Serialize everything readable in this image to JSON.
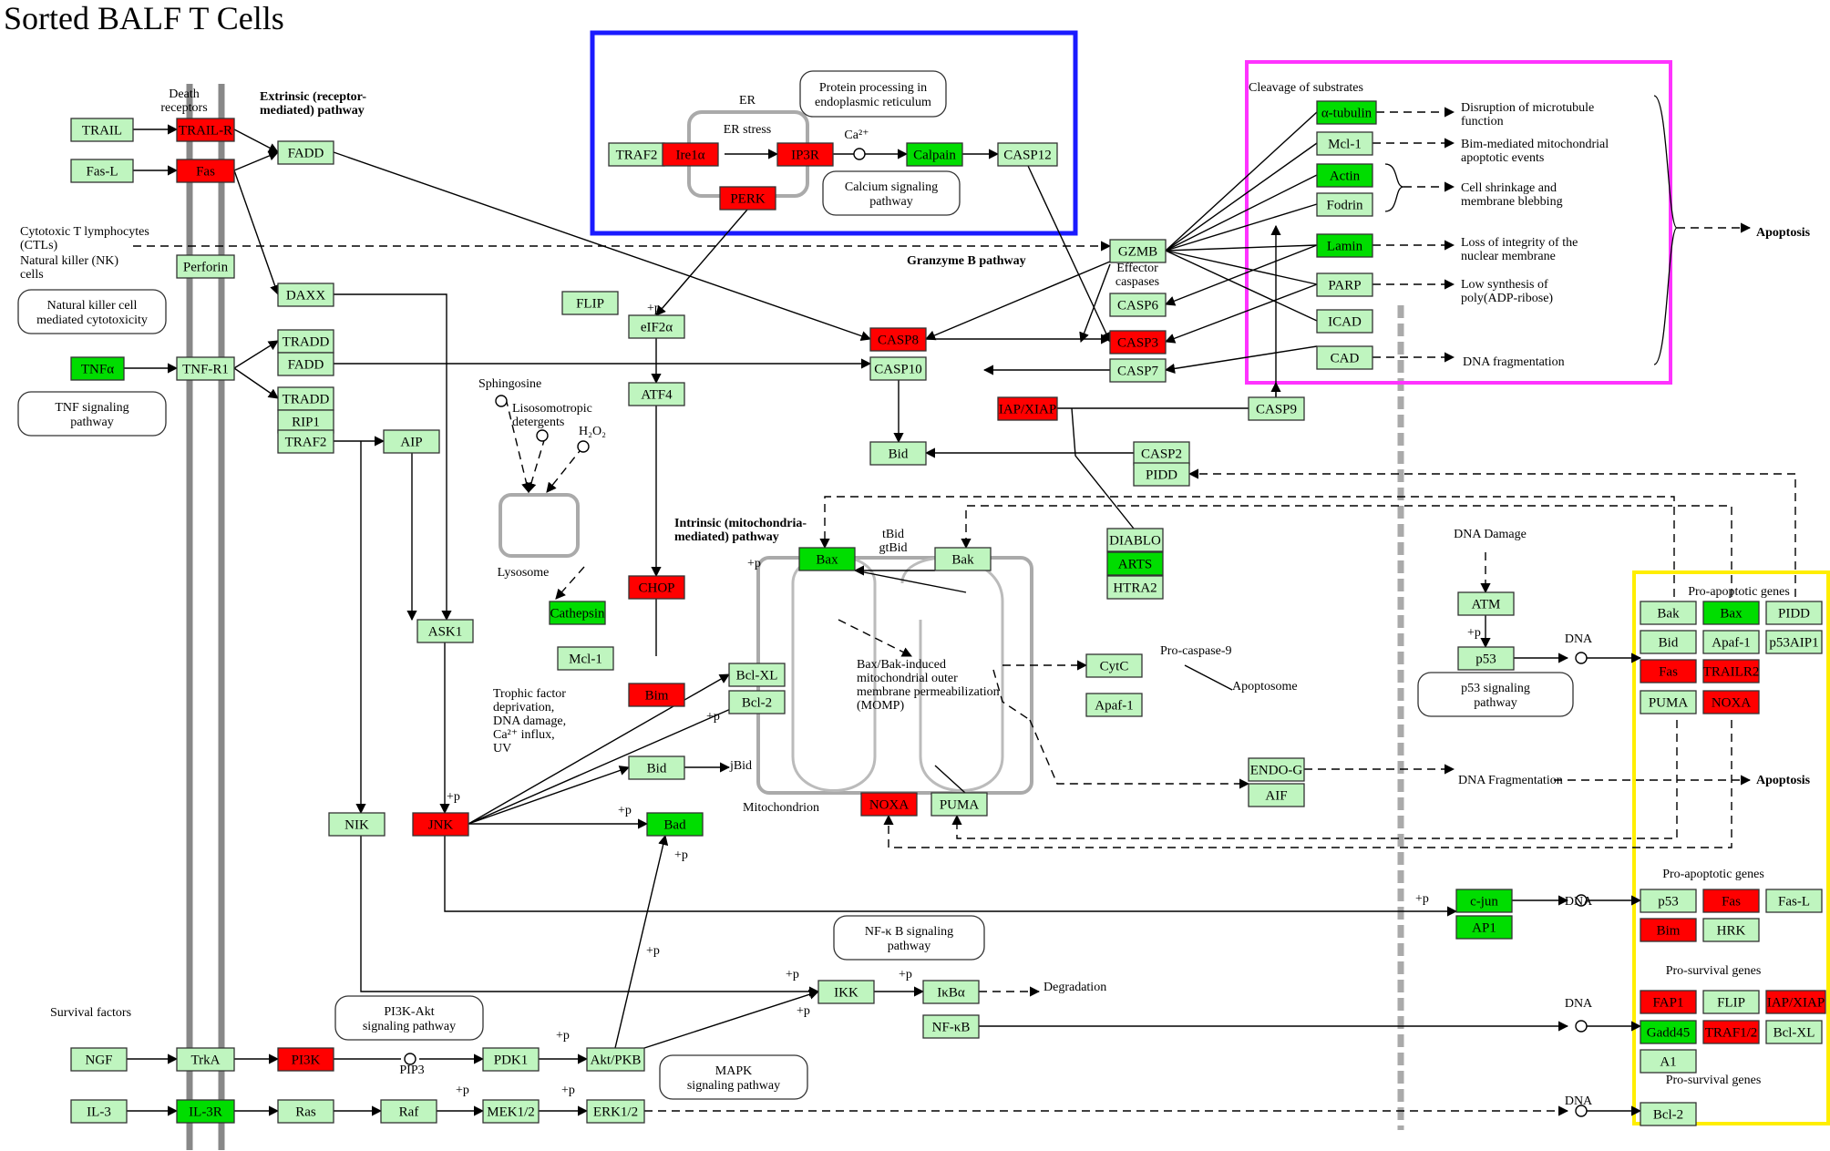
{
  "title": "Sorted BALF T Cells",
  "colors": {
    "up": "#ff0000",
    "down": "#00dd00",
    "neutral": "#bff5bf",
    "border": "#333333",
    "highlight_er": "#1a1aff",
    "highlight_substrates": "#ff33ff",
    "highlight_genes": "#ffee00",
    "membrane": "#888888",
    "compartment": "#aaaaaa"
  },
  "genes": [
    {
      "id": "TRAIL",
      "label": "TRAIL",
      "state": "neutral"
    },
    {
      "id": "TRAIL-R",
      "label": "TRAIL-R",
      "state": "up"
    },
    {
      "id": "FADD1",
      "label": "FADD",
      "state": "neutral"
    },
    {
      "id": "Fas-L",
      "label": "Fas-L",
      "state": "neutral"
    },
    {
      "id": "Fas1",
      "label": "Fas",
      "state": "up"
    },
    {
      "id": "Perforin",
      "label": "Perforin",
      "state": "neutral"
    },
    {
      "id": "DAXX",
      "label": "DAXX",
      "state": "neutral"
    },
    {
      "id": "TNFa",
      "label": "TNFα",
      "state": "down"
    },
    {
      "id": "TNF-R1",
      "label": "TNF-R1",
      "state": "neutral"
    },
    {
      "id": "TRADD1",
      "label": "TRADD",
      "state": "neutral"
    },
    {
      "id": "FADD2",
      "label": "FADD",
      "state": "neutral"
    },
    {
      "id": "TRADD2",
      "label": "TRADD",
      "state": "neutral"
    },
    {
      "id": "RIP1",
      "label": "RIP1",
      "state": "neutral"
    },
    {
      "id": "TRAF2b",
      "label": "TRAF2",
      "state": "neutral"
    },
    {
      "id": "AIP",
      "label": "AIP",
      "state": "neutral"
    },
    {
      "id": "ASK1",
      "label": "ASK1",
      "state": "neutral"
    },
    {
      "id": "NIK",
      "label": "NIK",
      "state": "neutral"
    },
    {
      "id": "JNK",
      "label": "JNK",
      "state": "up"
    },
    {
      "id": "TRAF2a",
      "label": "TRAF2",
      "state": "neutral"
    },
    {
      "id": "Ire1a",
      "label": "Ire1α",
      "state": "up"
    },
    {
      "id": "IP3R",
      "label": "IP3R",
      "state": "up"
    },
    {
      "id": "Calpain",
      "label": "Calpain",
      "state": "down"
    },
    {
      "id": "CASP12",
      "label": "CASP12",
      "state": "neutral"
    },
    {
      "id": "PERK",
      "label": "PERK",
      "state": "up"
    },
    {
      "id": "FLIP1",
      "label": "FLIP",
      "state": "neutral"
    },
    {
      "id": "eIF2a",
      "label": "eIF2α",
      "state": "neutral"
    },
    {
      "id": "ATF4",
      "label": "ATF4",
      "state": "neutral"
    },
    {
      "id": "CHOP",
      "label": "CHOP",
      "state": "up"
    },
    {
      "id": "Cathepsin",
      "label": "Cathepsin",
      "state": "down"
    },
    {
      "id": "Mcl-1a",
      "label": "Mcl-1",
      "state": "neutral"
    },
    {
      "id": "Bim1",
      "label": "Bim",
      "state": "up"
    },
    {
      "id": "Bcl-XL1",
      "label": "Bcl-XL",
      "state": "neutral"
    },
    {
      "id": "Bcl-2a",
      "label": "Bcl-2",
      "state": "neutral"
    },
    {
      "id": "Bid2",
      "label": "Bid",
      "state": "neutral"
    },
    {
      "id": "Bad",
      "label": "Bad",
      "state": "down"
    },
    {
      "id": "CASP8",
      "label": "CASP8",
      "state": "up"
    },
    {
      "id": "CASP10",
      "label": "CASP10",
      "state": "neutral"
    },
    {
      "id": "Bid1",
      "label": "Bid",
      "state": "neutral"
    },
    {
      "id": "IAP-XIAP1",
      "label": "IAP/XIAP",
      "state": "up"
    },
    {
      "id": "CASP9",
      "label": "CASP9",
      "state": "neutral"
    },
    {
      "id": "CASP2",
      "label": "CASP2",
      "state": "neutral"
    },
    {
      "id": "PIDD1",
      "label": "PIDD",
      "state": "neutral"
    },
    {
      "id": "Bax1",
      "label": "Bax",
      "state": "down"
    },
    {
      "id": "Bak1",
      "label": "Bak",
      "state": "neutral"
    },
    {
      "id": "DIABLO",
      "label": "DIABLO",
      "state": "neutral"
    },
    {
      "id": "ARTS",
      "label": "ARTS",
      "state": "down"
    },
    {
      "id": "HTRA2",
      "label": "HTRA2",
      "state": "neutral"
    },
    {
      "id": "CytC",
      "label": "CytC",
      "state": "neutral"
    },
    {
      "id": "Apaf-1a",
      "label": "Apaf-1",
      "state": "neutral"
    },
    {
      "id": "NOXA1",
      "label": "NOXA",
      "state": "up"
    },
    {
      "id": "PUMA1",
      "label": "PUMA",
      "state": "neutral"
    },
    {
      "id": "ENDO-G",
      "label": "ENDO-G",
      "state": "neutral"
    },
    {
      "id": "AIF",
      "label": "AIF",
      "state": "neutral"
    },
    {
      "id": "GZMB",
      "label": "GZMB",
      "state": "neutral"
    },
    {
      "id": "CASP6",
      "label": "CASP6",
      "state": "neutral"
    },
    {
      "id": "CASP3",
      "label": "CASP3",
      "state": "up"
    },
    {
      "id": "CASP7",
      "label": "CASP7",
      "state": "neutral"
    },
    {
      "id": "a-tubulin",
      "label": "α-tubulin",
      "state": "down"
    },
    {
      "id": "Mcl-1b",
      "label": "Mcl-1",
      "state": "neutral"
    },
    {
      "id": "Actin",
      "label": "Actin",
      "state": "down"
    },
    {
      "id": "Fodrin",
      "label": "Fodrin",
      "state": "neutral"
    },
    {
      "id": "Lamin",
      "label": "Lamin",
      "state": "down"
    },
    {
      "id": "PARP",
      "label": "PARP",
      "state": "neutral"
    },
    {
      "id": "ICAD",
      "label": "ICAD",
      "state": "neutral"
    },
    {
      "id": "CAD",
      "label": "CAD",
      "state": "neutral"
    },
    {
      "id": "ATM",
      "label": "ATM",
      "state": "neutral"
    },
    {
      "id": "p53a",
      "label": "p53",
      "state": "neutral"
    },
    {
      "id": "Bak2",
      "label": "Bak",
      "state": "neutral"
    },
    {
      "id": "Bax2",
      "label": "Bax",
      "state": "down"
    },
    {
      "id": "PIDD2",
      "label": "PIDD",
      "state": "neutral"
    },
    {
      "id": "Bid3",
      "label": "Bid",
      "state": "neutral"
    },
    {
      "id": "Apaf-1b",
      "label": "Apaf-1",
      "state": "neutral"
    },
    {
      "id": "p53AIP1",
      "label": "p53AIP1",
      "state": "neutral"
    },
    {
      "id": "Fas2",
      "label": "Fas",
      "state": "up"
    },
    {
      "id": "TRAILR2",
      "label": "TRAILR2",
      "state": "up"
    },
    {
      "id": "PUMA2",
      "label": "PUMA",
      "state": "neutral"
    },
    {
      "id": "NOXA2",
      "label": "NOXA",
      "state": "up"
    },
    {
      "id": "c-jun",
      "label": "c-jun",
      "state": "down"
    },
    {
      "id": "AP1",
      "label": "AP1",
      "state": "down"
    },
    {
      "id": "p53b",
      "label": "p53",
      "state": "neutral"
    },
    {
      "id": "Fas3",
      "label": "Fas",
      "state": "up"
    },
    {
      "id": "Fas-L2",
      "label": "Fas-L",
      "state": "neutral"
    },
    {
      "id": "Bim2",
      "label": "Bim",
      "state": "up"
    },
    {
      "id": "HRK",
      "label": "HRK",
      "state": "neutral"
    },
    {
      "id": "FAP1",
      "label": "FAP1",
      "state": "up"
    },
    {
      "id": "FLIP2",
      "label": "FLIP",
      "state": "neutral"
    },
    {
      "id": "IAP-XIAP2",
      "label": "IAP/XIAP",
      "state": "up"
    },
    {
      "id": "Gadd45",
      "label": "Gadd45",
      "state": "down"
    },
    {
      "id": "TRAF1-2",
      "label": "TRAF1/2",
      "state": "up"
    },
    {
      "id": "Bcl-XL2",
      "label": "Bcl-XL",
      "state": "neutral"
    },
    {
      "id": "A1",
      "label": "A1",
      "state": "neutral"
    },
    {
      "id": "Bcl-2b",
      "label": "Bcl-2",
      "state": "neutral"
    },
    {
      "id": "IKK",
      "label": "IKK",
      "state": "neutral"
    },
    {
      "id": "IkBa",
      "label": "IκBα",
      "state": "neutral"
    },
    {
      "id": "NF-kB",
      "label": "NF-κB",
      "state": "neutral"
    },
    {
      "id": "NGF",
      "label": "NGF",
      "state": "neutral"
    },
    {
      "id": "TrkA",
      "label": "TrkA",
      "state": "neutral"
    },
    {
      "id": "PI3K",
      "label": "PI3K",
      "state": "up"
    },
    {
      "id": "PDK1",
      "label": "PDK1",
      "state": "neutral"
    },
    {
      "id": "Akt-PKB",
      "label": "Akt/PKB",
      "state": "neutral"
    },
    {
      "id": "IL-3",
      "label": "IL-3",
      "state": "neutral"
    },
    {
      "id": "IL-3R",
      "label": "IL-3R",
      "state": "down"
    },
    {
      "id": "Ras",
      "label": "Ras",
      "state": "neutral"
    },
    {
      "id": "Raf",
      "label": "Raf",
      "state": "neutral"
    },
    {
      "id": "MEK1-2",
      "label": "MEK1/2",
      "state": "neutral"
    },
    {
      "id": "ERK1-2",
      "label": "ERK1/2",
      "state": "neutral"
    }
  ],
  "pathways": [
    {
      "id": "er-protein",
      "label": "Protein processing in|endoplasmic reticulum"
    },
    {
      "id": "calcium",
      "label": "Calcium signaling|pathway"
    },
    {
      "id": "nk-cyto",
      "label": "Natural killer cell|mediated cytotoxicity"
    },
    {
      "id": "tnf",
      "label": "TNF signaling|pathway"
    },
    {
      "id": "p53",
      "label": "p53 signaling|pathway"
    },
    {
      "id": "nfkb",
      "label": "NF-κ B signaling|pathway"
    },
    {
      "id": "pi3k",
      "label": "PI3K-Akt|signaling pathway"
    },
    {
      "id": "mapk",
      "label": "MAPK|signaling pathway"
    }
  ],
  "labels": [
    {
      "id": "death-receptors",
      "text": "Death|receptors"
    },
    {
      "id": "extrinsic",
      "text": "Extrinsic (receptor-|mediated) pathway"
    },
    {
      "id": "ctl",
      "text": "Cytotoxic T lymphocytes|(CTLs)"
    },
    {
      "id": "nk-cells",
      "text": "Natural killer (NK)|cells"
    },
    {
      "id": "er",
      "text": "ER"
    },
    {
      "id": "er-stress",
      "text": "ER stress"
    },
    {
      "id": "ca2",
      "text": "Ca²⁺"
    },
    {
      "id": "granzyme",
      "text": "Granzyme B pathway"
    },
    {
      "id": "effector",
      "text": "Effector|caspases"
    },
    {
      "id": "cleavage",
      "text": "Cleavage of substrates"
    },
    {
      "id": "disruption",
      "text": "Disruption of microtubule|function"
    },
    {
      "id": "bim-mito",
      "text": "Bim-mediated mitochondrial|apoptotic events"
    },
    {
      "id": "shrinkage",
      "text": "Cell shrinkage and|membrane blebbing"
    },
    {
      "id": "loss-integrity",
      "text": "Loss of integrity of the|nuclear membrane"
    },
    {
      "id": "low-synthesis",
      "text": "Low synthesis of|poly(ADP-ribose)"
    },
    {
      "id": "dna-frag1",
      "text": "DNA fragmentation"
    },
    {
      "id": "apoptosis1",
      "text": "Apoptosis"
    },
    {
      "id": "sphingosine",
      "text": "Sphingosine"
    },
    {
      "id": "lysosomotropic",
      "text": "Lisosomotropic|detergents"
    },
    {
      "id": "h2o2",
      "text": "H₂O₂"
    },
    {
      "id": "lysosome",
      "text": "Lysosome"
    },
    {
      "id": "intrinsic",
      "text": "Intrinsic (mitochondria-|mediated) pathway"
    },
    {
      "id": "tbid",
      "text": "tBid|gtBid"
    },
    {
      "id": "trophic",
      "text": "Trophic factor|deprivation,|DNA damage,|Ca²⁺ influx,|UV"
    },
    {
      "id": "jbid",
      "text": "jBid"
    },
    {
      "id": "momp",
      "text": "Bax/Bak-induced|mitochondrial outer|membrane  permeabilization|(MOMP)"
    },
    {
      "id": "procasp9",
      "text": "Pro-caspase-9"
    },
    {
      "id": "apoptosome",
      "text": "Apoptosome"
    },
    {
      "id": "mitochondrion",
      "text": "Mitochondrion"
    },
    {
      "id": "dna-frag2",
      "text": "DNA Fragmentation"
    },
    {
      "id": "apoptosis2",
      "text": "Apoptosis"
    },
    {
      "id": "dna-damage",
      "text": "DNA Damage"
    },
    {
      "id": "dna1",
      "text": "DNA"
    },
    {
      "id": "pro-apop1",
      "text": "Pro-apoptotic genes"
    },
    {
      "id": "pro-apop2",
      "text": "Pro-apoptotic genes"
    },
    {
      "id": "pro-surv1",
      "text": "Pro-survival genes"
    },
    {
      "id": "pro-surv2",
      "text": "Pro-survival genes"
    },
    {
      "id": "dna2",
      "text": "DNA"
    },
    {
      "id": "dna3",
      "text": "DNA"
    },
    {
      "id": "dna4",
      "text": "DNA"
    },
    {
      "id": "degradation",
      "text": "Degradation"
    },
    {
      "id": "survival",
      "text": "Survival factors"
    },
    {
      "id": "pip3",
      "text": "PIP3"
    },
    {
      "id": "p1",
      "text": "+p"
    },
    {
      "id": "p2",
      "text": "+p"
    },
    {
      "id": "p3",
      "text": "+p"
    },
    {
      "id": "p4",
      "text": "+p"
    },
    {
      "id": "p5",
      "text": "+p"
    },
    {
      "id": "p6",
      "text": "+p"
    },
    {
      "id": "p7",
      "text": "+p"
    },
    {
      "id": "p8",
      "text": "+p"
    },
    {
      "id": "p9",
      "text": "+p"
    },
    {
      "id": "p10",
      "text": "+p"
    },
    {
      "id": "p11",
      "text": "+p"
    },
    {
      "id": "p12",
      "text": "+p"
    },
    {
      "id": "p13",
      "text": "+p"
    },
    {
      "id": "p14",
      "text": "+p"
    },
    {
      "id": "p15",
      "text": "+p"
    }
  ]
}
